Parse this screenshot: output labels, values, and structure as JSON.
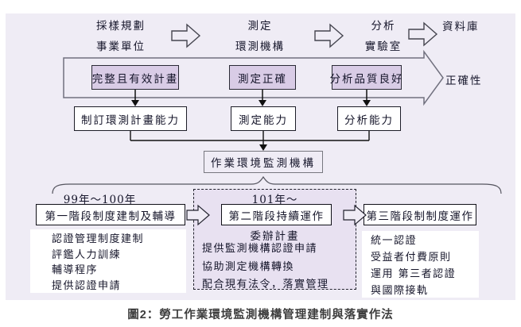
{
  "flow": {
    "steps": [
      {
        "line1": "採樣規劃",
        "line2": "事業單位"
      },
      {
        "line1": "測定",
        "line2": "環測機構"
      },
      {
        "line1": "分析",
        "line2": "實驗室"
      }
    ],
    "result": "資料庫"
  },
  "band": {
    "items": [
      "完整且有效計畫",
      "測定正確",
      "分析品質良好"
    ],
    "result": "正確性"
  },
  "capabilities": [
    "制訂環測計畫能力",
    "測定能力",
    "分析能力"
  ],
  "org": "作業環境監測機構",
  "stages": [
    {
      "period": "99年～100年",
      "title": "第一階段制度建制及輔導",
      "items": [
        "認證管理制度建制",
        "評鑑人力訓練",
        "輔導程序",
        "提供認證申請"
      ]
    },
    {
      "period": "101年～",
      "title": "第二階段持續運作",
      "subtitle": "委辦計畫",
      "items": [
        "提供監測機構認證申請",
        "協助測定機構轉換",
        "配合現有法令，落實管理"
      ]
    },
    {
      "title": "第三階段制制度運作",
      "items": [
        "統一認證",
        "受益者付費原則",
        "運用 第三者認證",
        "與國際接軌"
      ]
    }
  ],
  "caption": "圖2：勞工作業環境監測機構管理建制與落實作法",
  "icons": {
    "flow_arrow": "right block arrow",
    "band_arrow": "large right block arrow",
    "down_arrow": "solid down arrow",
    "brace": "horizontal curly brace"
  },
  "colors": {
    "panel_bg": "#efecf5",
    "purple_box": "#d9cce6",
    "dashed_box_bg": "#e8e1f1",
    "text": "#15152a",
    "caption_text": "#3d3d3d"
  }
}
